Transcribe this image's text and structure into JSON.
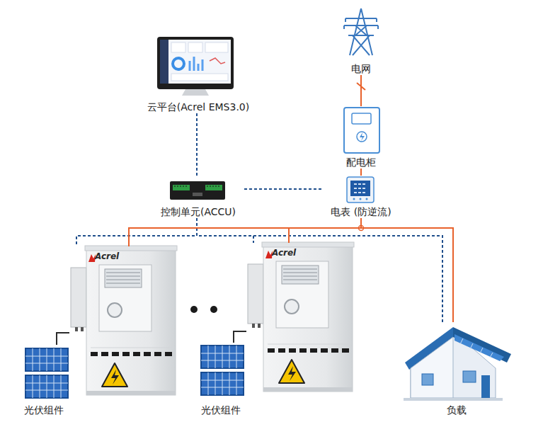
{
  "diagram": {
    "nodes": [
      {
        "text": [
          "电网"
        ]
      },
      {
        "text": [
          "云平台(Acrel EMS3.0)"
        ]
      },
      {
        "text": [
          "配电柜"
        ]
      },
      {
        "text": [
          "控制单元(ACCU)"
        ]
      },
      {
        "text": [
          "电表 (防逆流)"
        ]
      },
      {
        "text": [
          "Acrel"
        ]
      },
      {
        "text": [
          "Acrel"
        ]
      },
      {
        "text": [
          "光伏组件"
        ]
      },
      {
        "text": [
          "光伏组件"
        ]
      },
      {
        "text": [
          "负载"
        ]
      }
    ],
    "edges": [
      {
        "from": 0,
        "to": 2,
        "arrow": "none"
      },
      {
        "from": 2,
        "to": 4,
        "arrow": "none"
      },
      {
        "from": 1,
        "to": 3,
        "arrow": "none"
      },
      {
        "from": 3,
        "to": 4,
        "arrow": "none"
      },
      {
        "from": 3,
        "to": 5,
        "arrow": "none"
      },
      {
        "from": 3,
        "to": 6,
        "arrow": "none"
      },
      {
        "from": 3,
        "to": 9,
        "arrow": "none"
      },
      {
        "from": 4,
        "to": 5,
        "arrow": "none"
      },
      {
        "from": 4,
        "to": 6,
        "arrow": "none"
      },
      {
        "from": 4,
        "to": 9,
        "arrow": "none"
      },
      {
        "from": 7,
        "to": 5,
        "arrow": "none"
      },
      {
        "from": 8,
        "to": 6,
        "arrow": "none"
      }
    ]
  }
}
